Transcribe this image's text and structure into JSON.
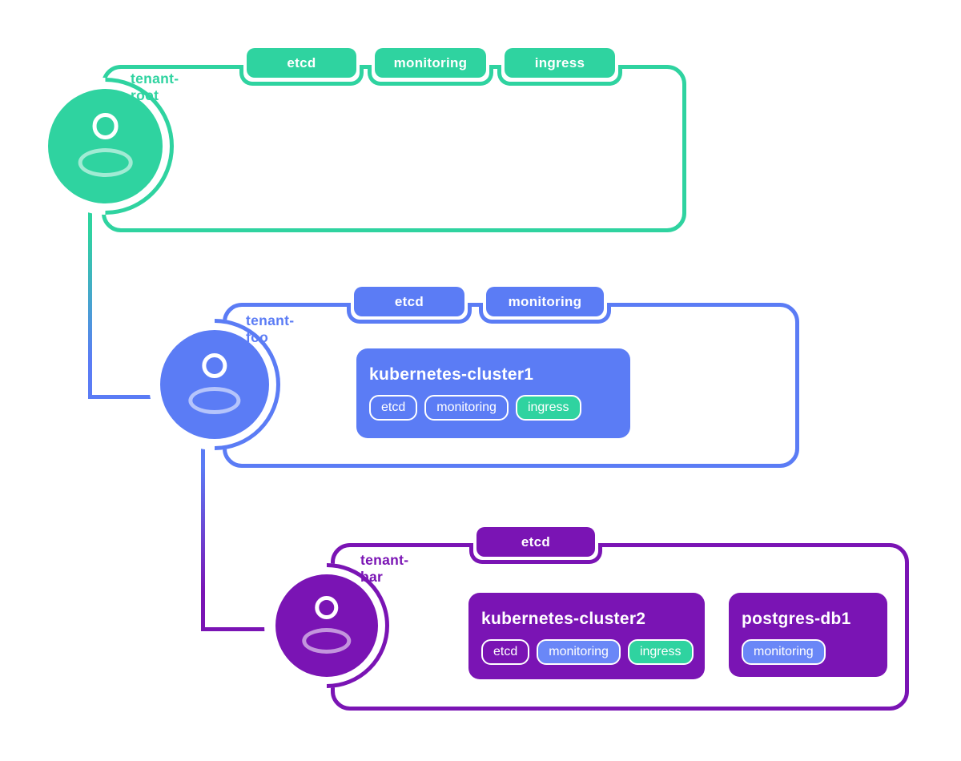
{
  "palette": {
    "green": "#2fd3a0",
    "blue": "#5b7cf5",
    "purple": "#7a14b4",
    "pillblue": "#6a87f7"
  },
  "icons": {
    "avatar": "user-icon"
  },
  "tenants": [
    {
      "label": "tenant-root",
      "color": "green",
      "tags": [
        "etcd",
        "monitoring",
        "ingress"
      ],
      "workloads": []
    },
    {
      "label": "tenant-foo",
      "color": "blue",
      "tags": [
        "etcd",
        "monitoring"
      ],
      "workloads": [
        {
          "title": "kubernetes-cluster1",
          "pills": [
            {
              "label": "etcd",
              "fill": "outline"
            },
            {
              "label": "monitoring",
              "fill": "outline"
            },
            {
              "label": "ingress",
              "fill": "green"
            }
          ]
        }
      ]
    },
    {
      "label": "tenant-bar",
      "color": "purple",
      "tags": [
        "etcd"
      ],
      "workloads": [
        {
          "title": "kubernetes-cluster2",
          "pills": [
            {
              "label": "etcd",
              "fill": "outline"
            },
            {
              "label": "monitoring",
              "fill": "blue"
            },
            {
              "label": "ingress",
              "fill": "green"
            }
          ]
        },
        {
          "title": "postgres-db1",
          "pills": [
            {
              "label": "monitoring",
              "fill": "blue"
            }
          ]
        }
      ]
    }
  ]
}
